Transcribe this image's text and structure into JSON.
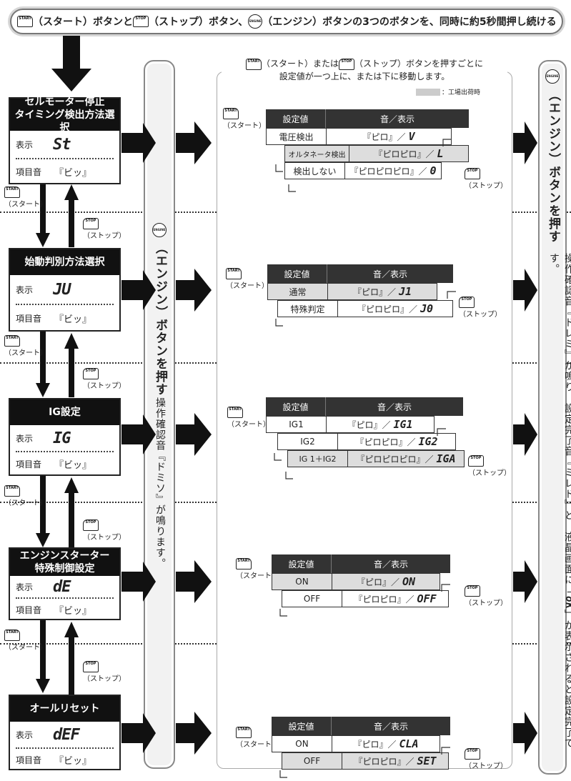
{
  "top": {
    "start_icon": "START",
    "stop_icon": "STOP",
    "engine_icon": "ENGINE",
    "seg1": "（スタート）ボタンと",
    "seg2": "（ストップ）ボタン、",
    "seg3": "（エンジン）ボタンの3つのボタンを、同時に約5秒間押し続ける"
  },
  "panel_intro": {
    "seg1": "（スタート）または",
    "seg2": "（ストップ）ボタンを押すごとに",
    "line2": "設定値が一つ上に、または下に移動します。",
    "legend": "：工場出荷時"
  },
  "labels": {
    "start": "（スタート）",
    "stop": "（ストップ）",
    "disp": "表示",
    "sound": "項目音",
    "beep": "『ビッ』"
  },
  "middle_pill": {
    "bold": "（エンジン）ボタンを押す",
    "normal": "操作確認音『ドミソ』が鳴ります。"
  },
  "right_pill": {
    "bold": "（エンジン）ボタンを押す",
    "normal1": "操作確認音『ドレミ』が鳴り、設定完了音『ミレド』と、液晶画面に「",
    "ok": "oK",
    "normal2": "」が表示されると設定完了です。"
  },
  "table_header": {
    "col1": "設定値",
    "col2": "音／表示"
  },
  "sections": [
    {
      "title_lines": [
        "セルモーター停止",
        "タイミング検出方法選択"
      ],
      "lcd": "St",
      "rows": [
        {
          "value": "電圧検出",
          "sound": "『ピロ』／",
          "lcd": "V",
          "factory": false
        },
        {
          "value": "オルタネータ検出",
          "sound": "『ピロピロ』／",
          "lcd": "L",
          "factory": true
        },
        {
          "value": "検出しない",
          "sound": "『ピロピロピロ』／",
          "lcd": "0",
          "factory": false
        }
      ]
    },
    {
      "title_lines": [
        "始動判別方法選択"
      ],
      "lcd": "JU",
      "rows": [
        {
          "value": "通常",
          "sound": "『ピロ』／",
          "lcd": "J1",
          "factory": true
        },
        {
          "value": "特殊判定",
          "sound": "『ピロピロ』／",
          "lcd": "J0",
          "factory": false
        }
      ]
    },
    {
      "title_lines": [
        "IG設定"
      ],
      "lcd": "IG",
      "rows": [
        {
          "value": "IG1",
          "sound": "『ピロ』／",
          "lcd": "IG1",
          "factory": false
        },
        {
          "value": "IG2",
          "sound": "『ピロピロ』／",
          "lcd": "IG2",
          "factory": false
        },
        {
          "value": "IG 1＋IG2",
          "sound": "『ピロピロピロ』／",
          "lcd": "IGA",
          "factory": true
        }
      ]
    },
    {
      "title_lines": [
        "エンジンスターター",
        "特殊制御設定"
      ],
      "lcd": "dE",
      "rows": [
        {
          "value": "ON",
          "sound": "『ピロ』／",
          "lcd": "ON",
          "factory": true
        },
        {
          "value": "OFF",
          "sound": "『ピロピロ』／",
          "lcd": "OFF",
          "factory": false
        }
      ]
    },
    {
      "title_lines": [
        "オールリセット"
      ],
      "lcd": "dEF",
      "rows": [
        {
          "value": "ON",
          "sound": "『ピロ』／",
          "lcd": "CLA",
          "factory": false
        },
        {
          "value": "OFF",
          "sound": "『ピロピロ』／",
          "lcd": "SET",
          "factory": true
        }
      ]
    }
  ],
  "colors": {
    "header_bg": "#111111",
    "factory_fill": "#dddddd",
    "pill_bg": "#f2f2f2"
  }
}
